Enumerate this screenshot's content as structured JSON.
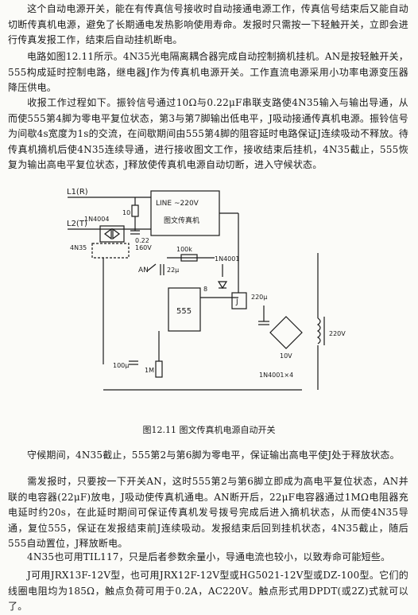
{
  "paragraphs": {
    "p1": "这个自动电源开关，能在有传真信号接收时自动接通电源工作，传真信号结束后又能自动切断传真机电源，避免了长期通电发热影响使用寿命。发报时只需按一下轻触开关，立即会进行传真发报工作，结束后自动挂机断电。",
    "p2": "电路如图12.11所示。4N35光电隔离耦合器完成自动控制摘机挂机。AN是按轻触开关，555构成延时控制电路，继电器J作为传真机电源开关。工作直流电源采用小功率电源变压器降压供电。",
    "p3": "收报工作过程如下。振铃信号通过10Ω与0.22μF串联支路使4N35输入与输出导通，从而使555第4脚为零电平复位状态，第3与第7脚输出低电平，J吸动接通传真机电源。振铃信号为间歇4s宽度为1s的交流，在间歇期间由555第4脚的阻容延时电路保证J连续吸动不释放。待传真机摘机后使4N35连续导通，进行接收图文工作，接收结束后挂机，4N35截止，555恢复为输出高电平复位状态，J释放使传真机电源自动切断，进入守候状态。",
    "p4": "守候期间，4N35截止，555第2与第6脚为零电平，保证输出高电平使J处于释放状态。",
    "p5": "需发报时，只要按一下开关AN，这时555第2与第6脚立即成为高电平复位状态，AN并联的电容器(22μF)放电，J吸动使传真机通电。AN断开后，22μF电容器通过1MΩ电阻器充电延时约20s，在此延时期间可保证传真机发号拨号完成后进入摘机状态，从而使4N35导通，复位555，保证在发报结束前J连续吸动。发报结束后回到挂机状态，4N35截止，随后555自动置位，J释放断电。",
    "p6": "4N35也可用TIL117，只是后者参数余量小，导通电流也较小，以致寿命可能短些。",
    "p7": "J可用JRX13F-12V型，也可用JRX12F-12V型或HG5021-12V型或DZ-100型。它们的线圈电阻均为185Ω，触点负荷可用于0.2A，AC220V。触点形式用DPDT(或2Z)式就可以了。"
  },
  "caption": "图12.11  图文传真机电源自动开关",
  "circuit": {
    "line_l1": "L1(R)",
    "line_l2": "L2(T)",
    "fax_box_line": "LINE ~220V",
    "fax_box_name": "图文传真机",
    "diode_bridge": "1N4004",
    "optocoupler": "4N35",
    "r_10": "10",
    "c_022": "0.22",
    "c_022_v": "160V",
    "r_100k": "100k",
    "switch_an": "AN",
    "c_22u": "22μ",
    "diode_1n4001": "1N4001",
    "ic_555": "555",
    "pin_8": "8",
    "relay_j": "J",
    "c_100u": "100μ",
    "r_1m": "1M",
    "c_220u": "220μ",
    "v_10": "10V",
    "bridge_4": "1N4001×4",
    "ac_220": "220V"
  }
}
